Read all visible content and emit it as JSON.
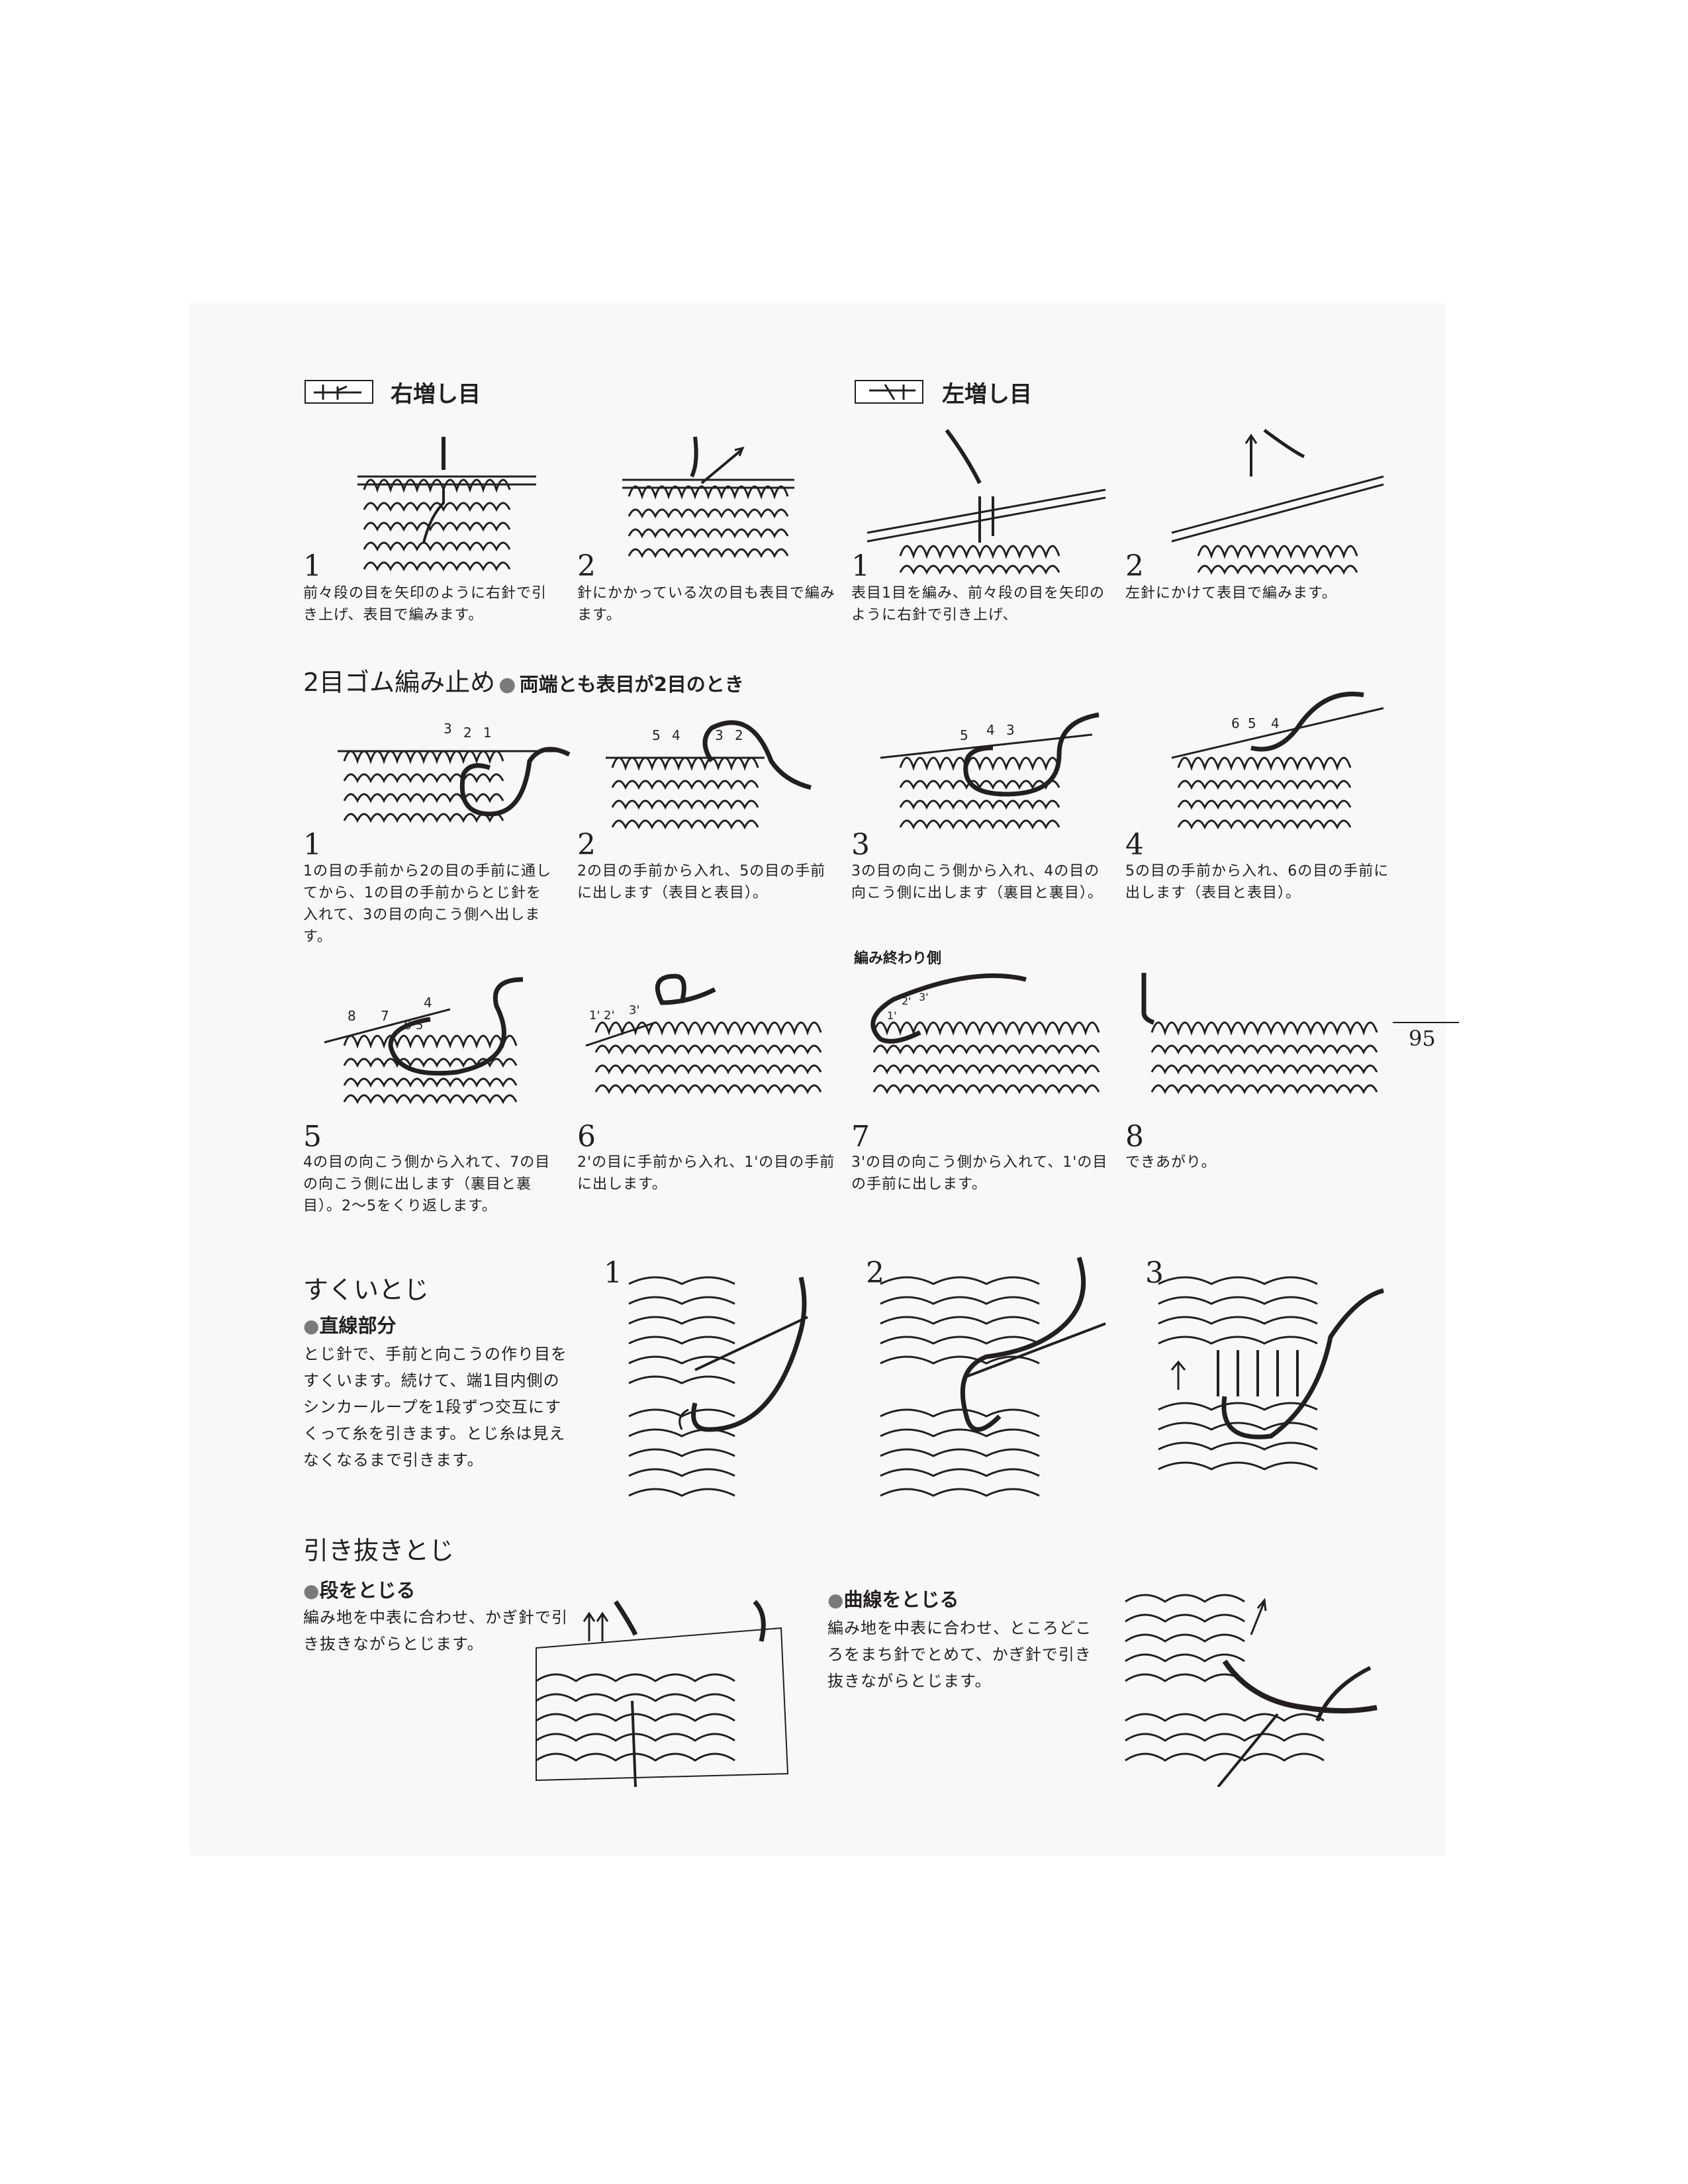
{
  "page_number": "95",
  "increase": {
    "right": {
      "title": "右増し目",
      "steps": [
        {
          "num": "1",
          "text": "前々段の目を矢印のように右針で引き上げ、表目で編みます。"
        },
        {
          "num": "2",
          "text": "針にかかっている次の目も表目で編みます。"
        }
      ]
    },
    "left": {
      "title": "左増し目",
      "steps": [
        {
          "num": "1",
          "text": "表目1目を編み、前々段の目を矢印のように右針で引き上げ、"
        },
        {
          "num": "2",
          "text": "左針にかけて表目で編みます。"
        }
      ]
    }
  },
  "rib_bindoff": {
    "title": "2目ゴム編み止め",
    "subtitle": "両端とも表目が2目のとき",
    "side_label": "編み終わり側",
    "steps": [
      {
        "num": "1",
        "text": "1の目の手前から2の目の手前に通してから、1の目の手前からとじ針を入れて、3の目の向こう側へ出します。",
        "labels": "3 2 1"
      },
      {
        "num": "2",
        "text": "2の目の手前から入れ、5の目の手前に出します（表目と表目）。",
        "labels": "5 4 3 2"
      },
      {
        "num": "3",
        "text": "3の目の向こう側から入れ、4の目の向こう側に出します（裏目と裏目）。",
        "labels": "5 4 3"
      },
      {
        "num": "4",
        "text": "5の目の手前から入れ、6の目の手前に出します（表目と表目）。",
        "labels": "6 5 4"
      },
      {
        "num": "5",
        "text": "4の目の向こう側から入れて、7の目の向こう側に出します（裏目と裏目）。2〜5をくり返します。",
        "labels": "8 7 4 6 5"
      },
      {
        "num": "6",
        "text": "2'の目に手前から入れ、1'の目の手前に出します。",
        "labels": "1' 2' 3'"
      },
      {
        "num": "7",
        "text": "3'の目の向こう側から入れて、1'の目の手前に出します。",
        "labels": "1' 2' 3'"
      },
      {
        "num": "8",
        "text": "できあがり。",
        "labels": ""
      }
    ]
  },
  "sukui": {
    "title": "すくいとじ",
    "sub": "直線部分",
    "text": "とじ針で、手前と向こうの作り目をすくいます。続けて、端1目内側のシンカーループを1段ずつ交互にすくって糸を引きます。とじ糸は見えなくなるまで引きます。",
    "steps": [
      "1",
      "2",
      "3"
    ]
  },
  "hikinuki": {
    "title": "引き抜きとじ",
    "dan": {
      "sub": "段をとじる",
      "text": "編み地を中表に合わせ、かぎ針で引き抜きながらとじます。"
    },
    "curve": {
      "sub": "曲線をとじる",
      "text": "編み地を中表に合わせ、ところどころをまち針でとめて、かぎ針で引き抜きながらとじます。"
    }
  }
}
